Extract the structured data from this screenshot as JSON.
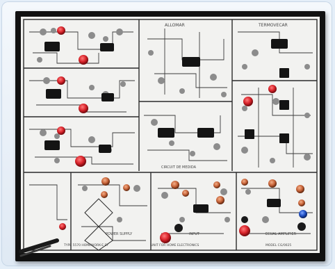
{
  "photo": {
    "labels": {
      "block_top_center": "ALLOMAR",
      "block_top_right": "TERMOVECAR",
      "block_center": "CIRCUIT DE MEDIDA",
      "block_bottom_left": "POWER SUPPLY",
      "block_bottom_center": "INPUT",
      "block_bottom_right": "ECUAL AMPLIFIER",
      "footer_left": "TYPE 5570 HOMEWORK-E SY",
      "footer_center": "UNIT FOR HOME ELECTRONICS",
      "footer_right": "MODEL CG/0025"
    },
    "colors": {
      "board": "#f2f2f0",
      "trace": "#2a2a2a",
      "chip": "#141414",
      "led_red": "#d8232a",
      "connector_blue": "#1f4fc4"
    }
  }
}
